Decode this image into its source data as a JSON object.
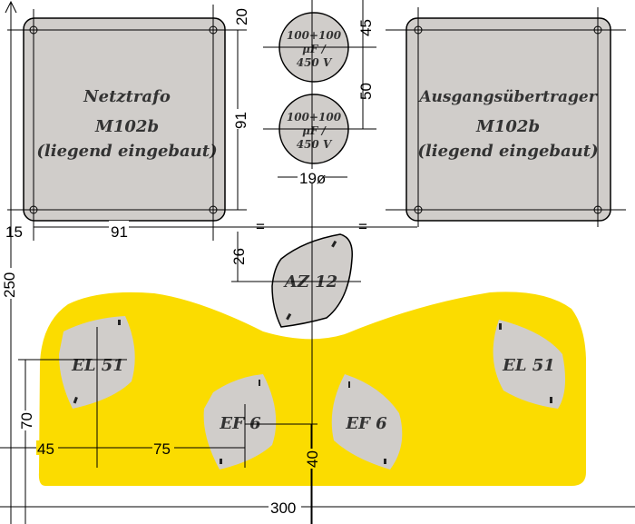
{
  "colors": {
    "board": "#fbdc00",
    "part": "#d0cdca",
    "line": "#000000"
  },
  "netztrafo": {
    "line1": "Netztrafo",
    "line2": "M102b",
    "line3": "(liegend eingebaut)"
  },
  "ausgang": {
    "line1": "Ausgangsübertrager",
    "line2": "M102b",
    "line3": "(liegend eingebaut)"
  },
  "capacitors": [
    {
      "line1": "100+100",
      "line2": "µF /",
      "line3": "450 V"
    },
    {
      "line1": "100+100",
      "line2": "µF /",
      "line3": "450 V"
    }
  ],
  "tubes": {
    "az": "AZ 12",
    "el_left": "EL 51",
    "el_right": "EL 51",
    "ef_left": "EF 6",
    "ef_right": "EF 6"
  },
  "dims": {
    "d20": "20",
    "d91v": "91",
    "d91h": "91",
    "d15": "15",
    "d45top": "45",
    "d50": "50",
    "d19": "19ø",
    "eq1": "=",
    "eq2": "=",
    "d26": "26",
    "d250": "250",
    "d70": "70",
    "d45": "45",
    "d75": "75",
    "d40": "40",
    "d300": "300"
  }
}
